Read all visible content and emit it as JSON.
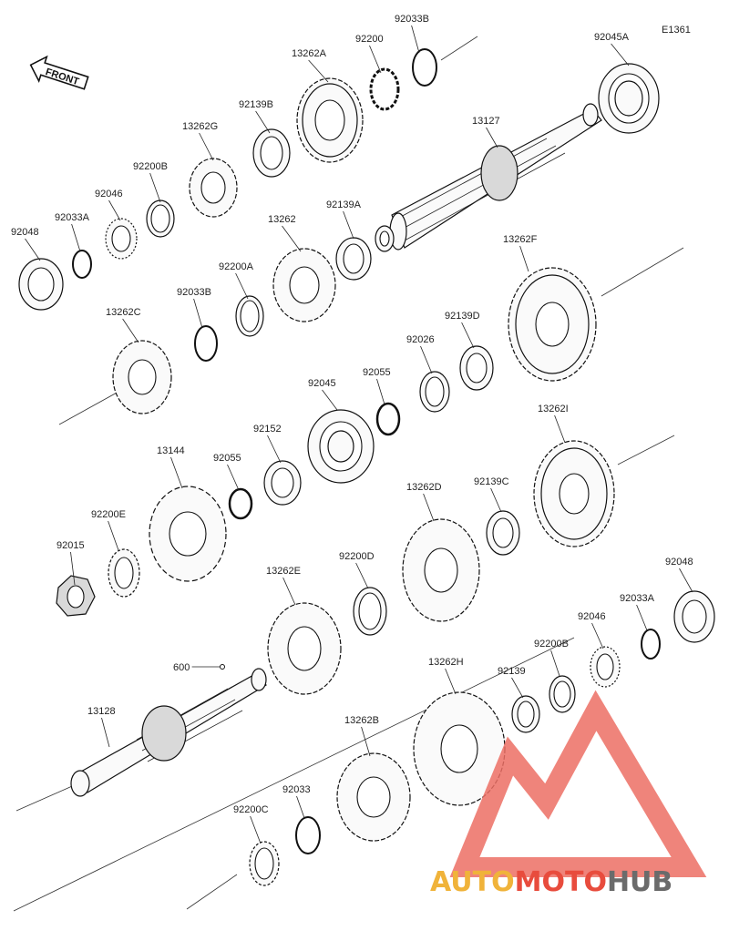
{
  "diagram": {
    "code": "E1361",
    "front_label": "FRONT",
    "parts": [
      {
        "id": "92033B",
        "label": "92033B",
        "kind": "snapring"
      },
      {
        "id": "92200",
        "label": "92200",
        "kind": "snapring"
      },
      {
        "id": "13262A",
        "label": "13262A",
        "kind": "gear"
      },
      {
        "id": "92045A",
        "label": "92045A",
        "kind": "bearing"
      },
      {
        "id": "92139B",
        "label": "92139B",
        "kind": "bushing"
      },
      {
        "id": "13262G",
        "label": "13262G",
        "kind": "gear"
      },
      {
        "id": "13127",
        "label": "13127",
        "kind": "shaft"
      },
      {
        "id": "92200B",
        "label": "92200B",
        "kind": "washer"
      },
      {
        "id": "92046",
        "label": "92046",
        "kind": "needle-bearing"
      },
      {
        "id": "92033A",
        "label": "92033A",
        "kind": "snapring"
      },
      {
        "id": "92048",
        "label": "92048",
        "kind": "bearing"
      },
      {
        "id": "92139A",
        "label": "92139A",
        "kind": "bushing"
      },
      {
        "id": "13262",
        "label": "13262",
        "kind": "gear"
      },
      {
        "id": "92200A",
        "label": "92200A",
        "kind": "washer"
      },
      {
        "id": "13262F",
        "label": "13262F",
        "kind": "gear"
      },
      {
        "id": "92033B-2",
        "label": "92033B",
        "kind": "snapring"
      },
      {
        "id": "13262C",
        "label": "13262C",
        "kind": "gear"
      },
      {
        "id": "92139D",
        "label": "92139D",
        "kind": "bushing"
      },
      {
        "id": "92026",
        "label": "92026",
        "kind": "washer"
      },
      {
        "id": "92055",
        "label": "92055",
        "kind": "o-ring"
      },
      {
        "id": "92045",
        "label": "92045",
        "kind": "bearing"
      },
      {
        "id": "13262I",
        "label": "13262I",
        "kind": "gear"
      },
      {
        "id": "92152",
        "label": "92152",
        "kind": "collar"
      },
      {
        "id": "13144",
        "label": "13144",
        "kind": "sprocket"
      },
      {
        "id": "92055-2",
        "label": "92055",
        "kind": "o-ring"
      },
      {
        "id": "13262D",
        "label": "13262D",
        "kind": "gear"
      },
      {
        "id": "92139C",
        "label": "92139C",
        "kind": "bushing"
      },
      {
        "id": "92200E",
        "label": "92200E",
        "kind": "washer"
      },
      {
        "id": "92015",
        "label": "92015",
        "kind": "nut"
      },
      {
        "id": "92200D",
        "label": "92200D",
        "kind": "washer"
      },
      {
        "id": "13262E",
        "label": "13262E",
        "kind": "gear"
      },
      {
        "id": "92048-2",
        "label": "92048",
        "kind": "bearing"
      },
      {
        "id": "92033A-2",
        "label": "92033A",
        "kind": "snapring"
      },
      {
        "id": "600",
        "label": "600",
        "kind": "note"
      },
      {
        "id": "92046-2",
        "label": "92046",
        "kind": "needle-bearing"
      },
      {
        "id": "92200B-2",
        "label": "92200B",
        "kind": "washer"
      },
      {
        "id": "13262H",
        "label": "13262H",
        "kind": "gear"
      },
      {
        "id": "92139",
        "label": "92139",
        "kind": "bushing"
      },
      {
        "id": "13128",
        "label": "13128",
        "kind": "shaft"
      },
      {
        "id": "13262B",
        "label": "13262B",
        "kind": "gear"
      },
      {
        "id": "92033",
        "label": "92033",
        "kind": "snapring"
      },
      {
        "id": "92200C",
        "label": "92200C",
        "kind": "washer"
      }
    ]
  },
  "watermark": {
    "parts": [
      "AUTO",
      "MOTO",
      "HUB"
    ],
    "colors": {
      "auto": "#f0b33a",
      "moto": "#e84c3d",
      "hub": "#6b6b6b",
      "logo": "#ec6f64"
    }
  }
}
